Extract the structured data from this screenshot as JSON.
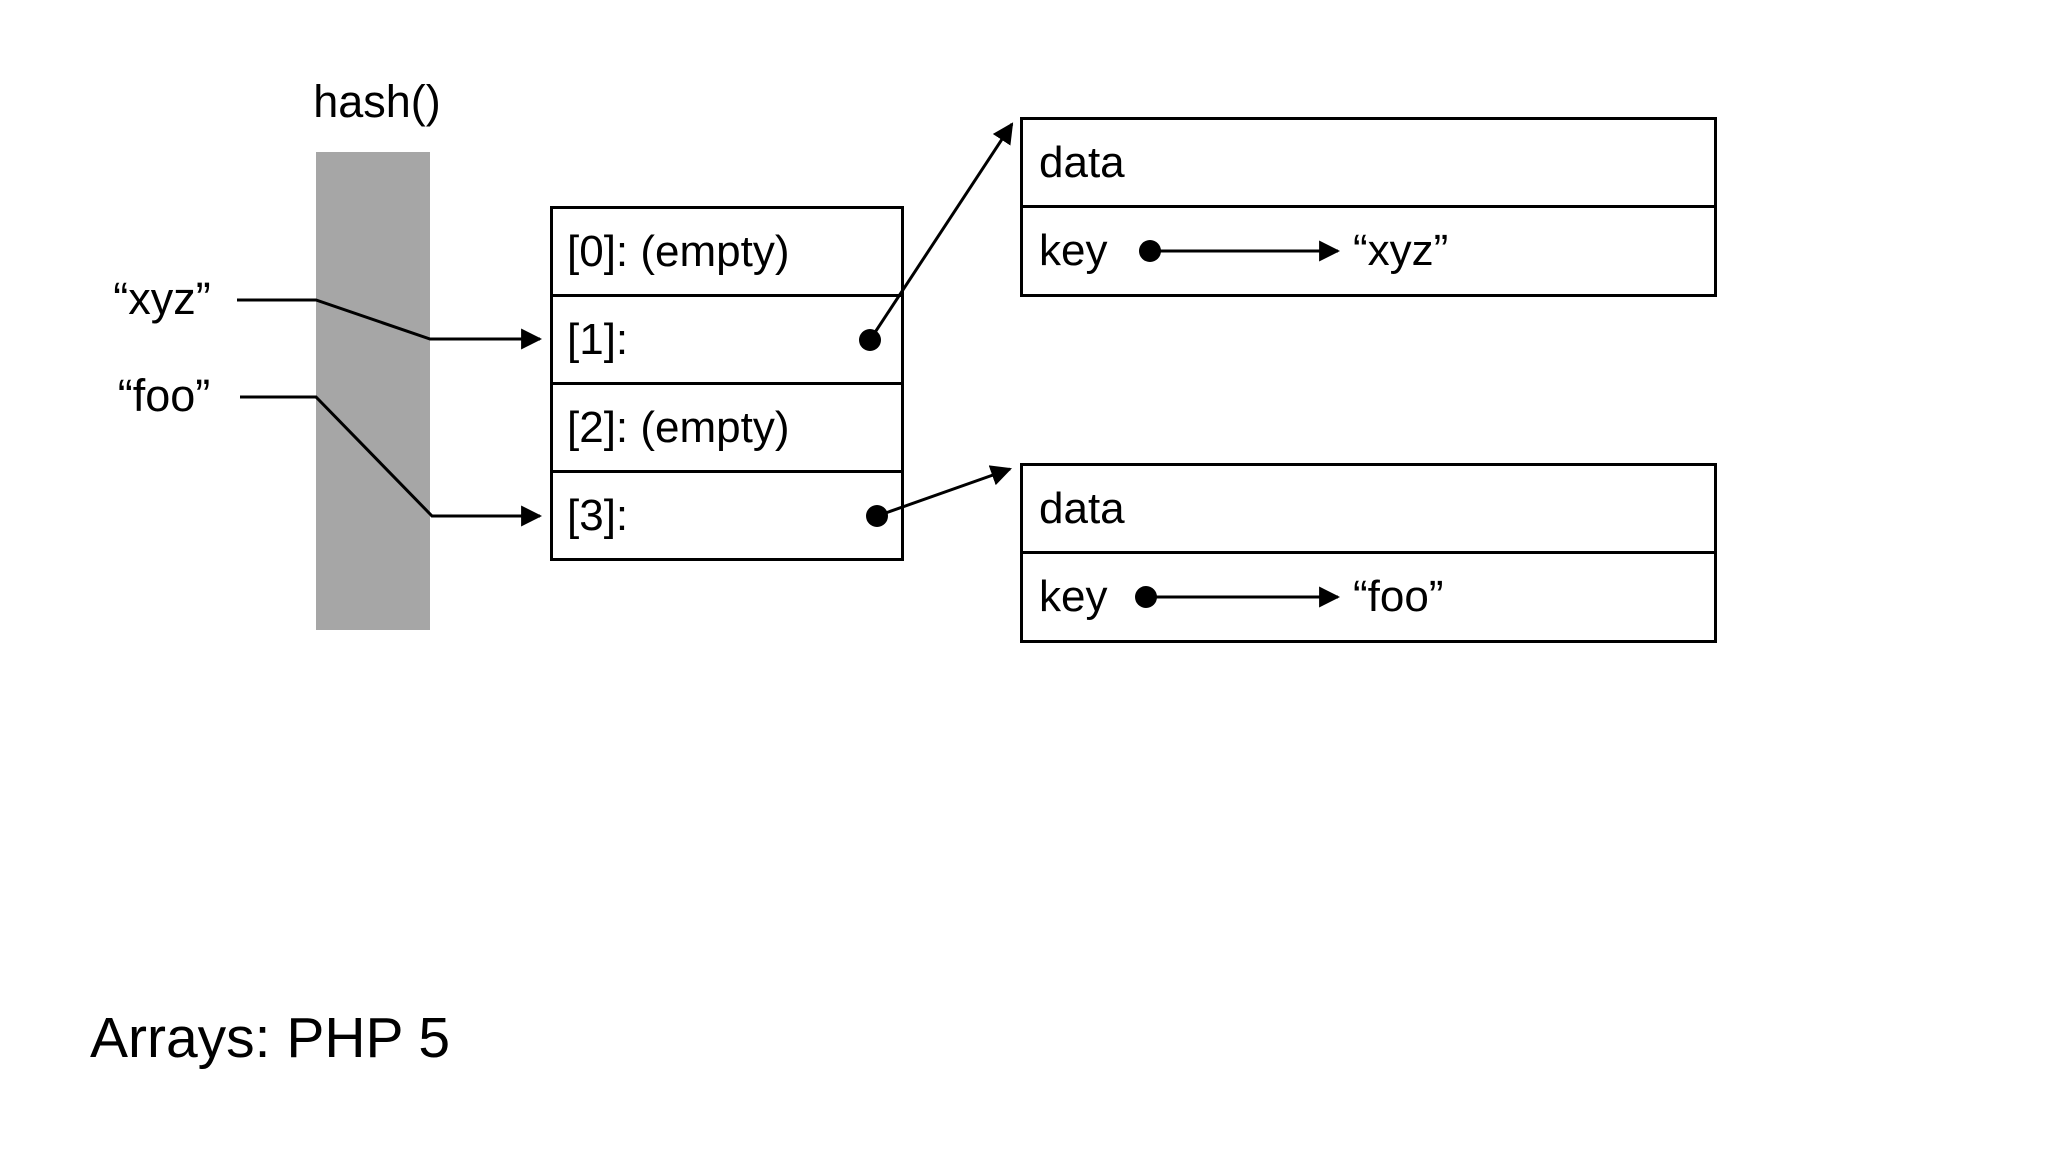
{
  "slide": {
    "title": "Arrays: PHP 5"
  },
  "diagram": {
    "hash_label": "hash()",
    "inputs": [
      {
        "label": "“xyz”"
      },
      {
        "label": "“foo”"
      }
    ],
    "array_slots": [
      {
        "label": "[0]: (empty)"
      },
      {
        "label": "[1]:"
      },
      {
        "label": "[2]: (empty)"
      },
      {
        "label": "[3]:"
      }
    ],
    "records": [
      {
        "data_label": "data",
        "key_label": "key",
        "key_value": "“xyz”"
      },
      {
        "data_label": "data",
        "key_label": "key",
        "key_value": "“foo”"
      }
    ],
    "colors": {
      "hash_bar": "#a6a6a6",
      "line": "#000000",
      "background": "#ffffff"
    }
  }
}
